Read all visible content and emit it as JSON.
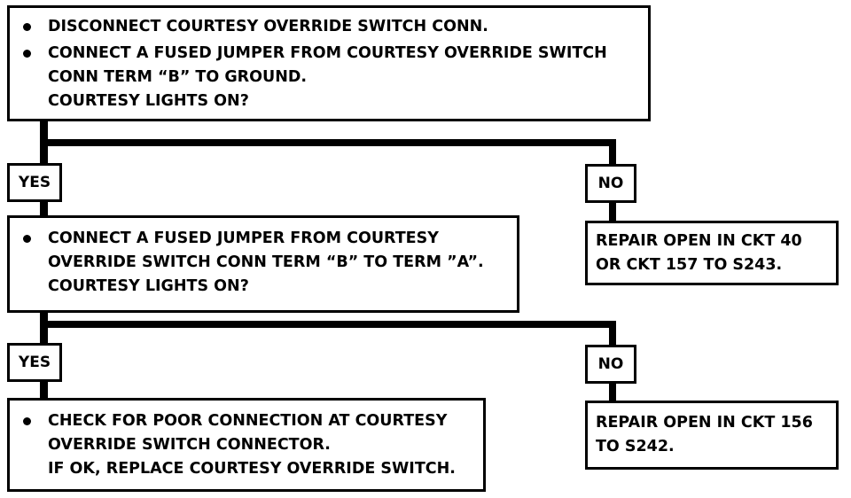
{
  "step1": {
    "bullet1": "DISCONNECT COURTESY OVERRIDE SWITCH CONN.",
    "bullet2_line1": "CONNECT A FUSED JUMPER FROM COURTESY OVERRIDE SWITCH",
    "bullet2_line2": "CONN TERM “B” TO GROUND.",
    "question": "COURTESY LIGHTS ON?"
  },
  "branch1": {
    "yes": "YES",
    "no": "NO"
  },
  "repair1": {
    "line1": "REPAIR OPEN IN CKT 40",
    "line2": "OR CKT 157 TO S243."
  },
  "step2": {
    "line1": "CONNECT A FUSED JUMPER FROM COURTESY",
    "line2": "OVERRIDE SWITCH CONN TERM “B” TO TERM ”A”.",
    "question": "COURTESY LIGHTS ON?"
  },
  "branch2": {
    "yes": "YES",
    "no": "NO"
  },
  "step3": {
    "line1": "CHECK FOR POOR CONNECTION AT COURTESY",
    "line2": "OVERRIDE SWITCH CONNECTOR.",
    "line3": "IF OK, REPLACE COURTESY OVERRIDE SWITCH."
  },
  "repair2": {
    "line1": "REPAIR OPEN IN CKT 156",
    "line2": "TO S242."
  }
}
